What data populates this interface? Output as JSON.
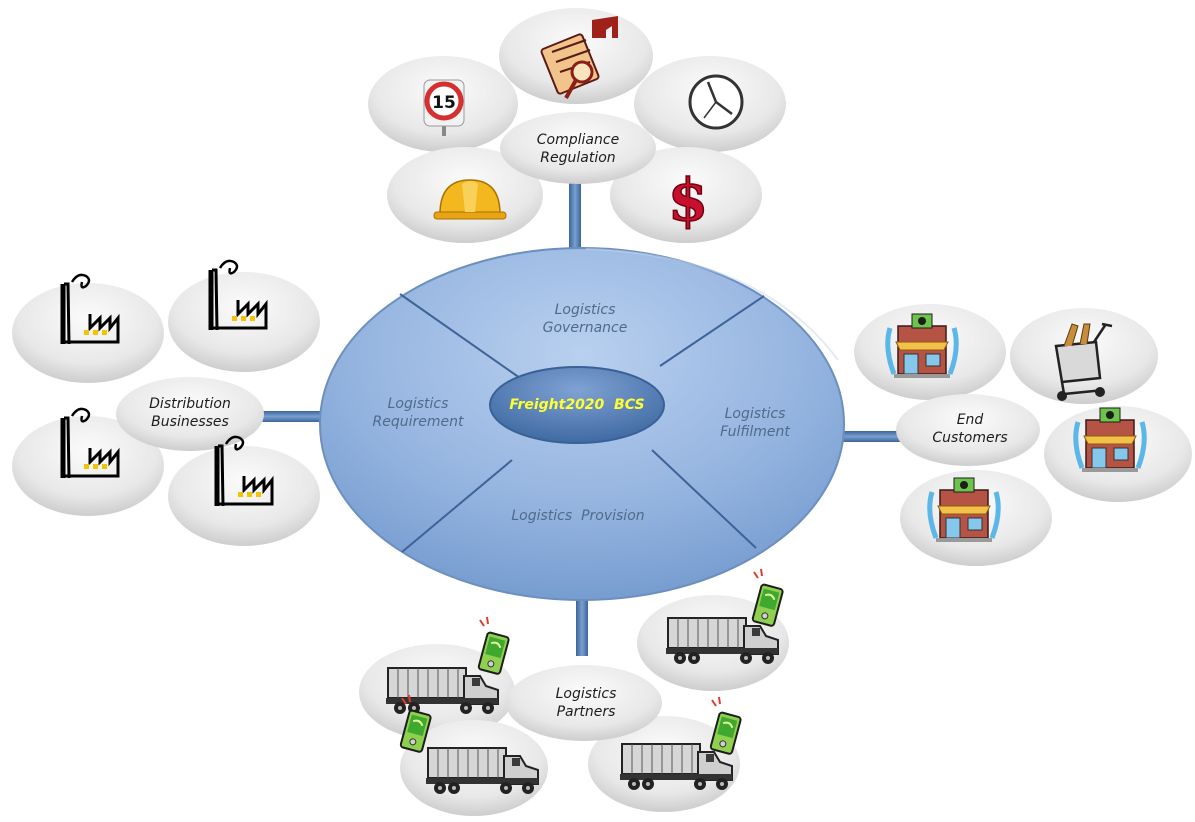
{
  "hub": {
    "center": "Freight2020  BCS",
    "segments": {
      "governance": [
        "Logistics",
        "Governance"
      ],
      "requirement": [
        "Logistics",
        "Requirement"
      ],
      "fulfilment": [
        "Logistics",
        "Fulfilment"
      ],
      "provision": "Logistics  Provision"
    }
  },
  "clusters": {
    "compliance": {
      "label": [
        "Compliance",
        "Regulation"
      ],
      "icons": [
        "speed-limit-sign-icon",
        "document-inspection-icon",
        "clock-icon",
        "hard-hat-icon",
        "dollar-sign-icon"
      ],
      "sign_value": "15"
    },
    "distribution": {
      "label": [
        "Distribution",
        "Businesses"
      ],
      "icons": [
        "factory-icon",
        "factory-icon",
        "factory-icon",
        "factory-icon"
      ]
    },
    "customers": {
      "label": [
        "End",
        "Customers"
      ],
      "icons": [
        "storefront-icon",
        "shopping-cart-icon",
        "storefront-icon",
        "storefront-icon"
      ]
    },
    "partners": {
      "label": [
        "Logistics",
        "Partners"
      ],
      "icons": [
        "truck-icon",
        "handheld-device-icon"
      ]
    }
  },
  "colors": {
    "hub_fill": "#86a9d8",
    "hub_edge": "#6d8fbf",
    "center_fill": "#4f79b0",
    "connector": "#4a73a8",
    "bubble": "#e6e6e6",
    "factory_window": "#f5c400"
  }
}
